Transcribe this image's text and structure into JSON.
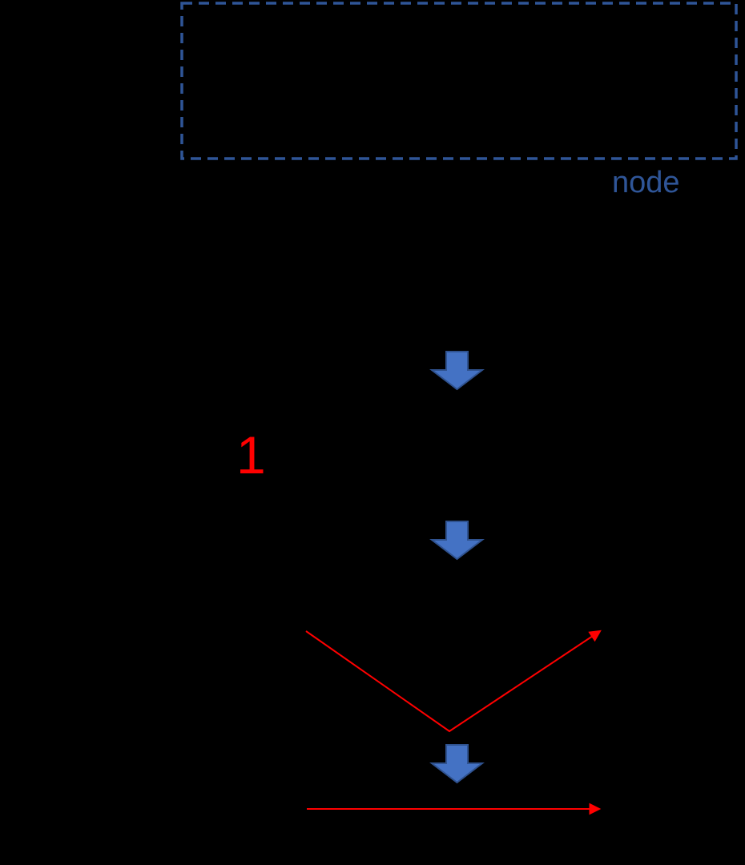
{
  "diagram": {
    "node_box_label": "node",
    "step_marker": "1",
    "icons": {
      "block_arrow_1": "down-block-arrow",
      "block_arrow_2": "down-block-arrow",
      "block_arrow_3": "down-block-arrow",
      "v_arrow": "red-v-shaped-arrow",
      "horizontal_arrow": "red-right-arrow"
    },
    "colors": {
      "background": "#000000",
      "node_blue": "#2F5597",
      "arrow_fill": "#4472C4",
      "arrow_border": "#2F528F",
      "red": "#FF0000"
    }
  }
}
